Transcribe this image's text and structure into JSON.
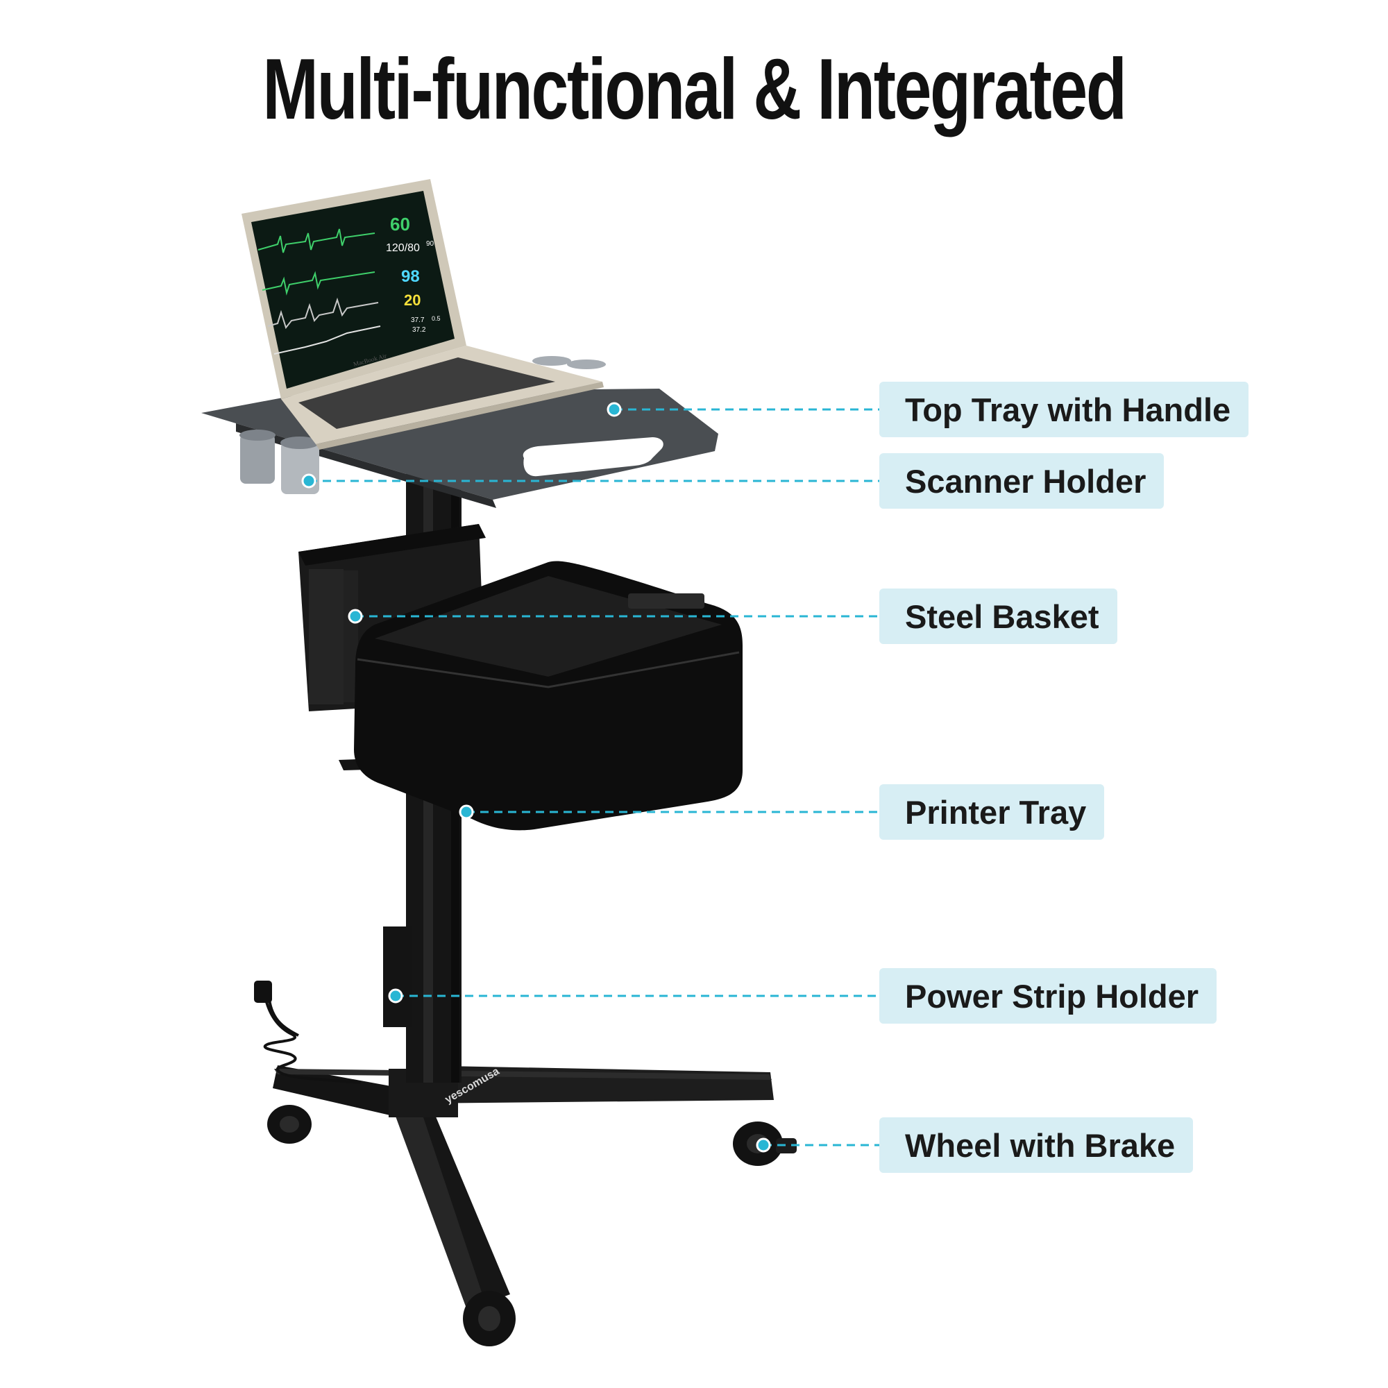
{
  "title": "Multi-functional & Integrated",
  "callouts": [
    {
      "id": "top-tray",
      "label": "Top Tray with Handle"
    },
    {
      "id": "scanner-holder",
      "label": "Scanner Holder"
    },
    {
      "id": "steel-basket",
      "label": "Steel Basket"
    },
    {
      "id": "printer-tray",
      "label": "Printer Tray"
    },
    {
      "id": "power-strip-holder",
      "label": "Power Strip Holder"
    },
    {
      "id": "wheel-with-brake",
      "label": "Wheel with Brake"
    }
  ],
  "product": {
    "brand": "yescomusa",
    "laptop_label": "MacBook Air",
    "monitor_readouts": {
      "heart_rate": "60",
      "blood_pressure": "120/80",
      "map": "90",
      "spo2": "98",
      "resp": "20",
      "temp1": "37.7",
      "temp2": "37.2",
      "temp_delta": "0.5"
    }
  },
  "colors": {
    "callout_bg": "#d7eef4",
    "leader_line": "#29b6d4",
    "dot": "#29b6d4",
    "title": "#111111"
  }
}
